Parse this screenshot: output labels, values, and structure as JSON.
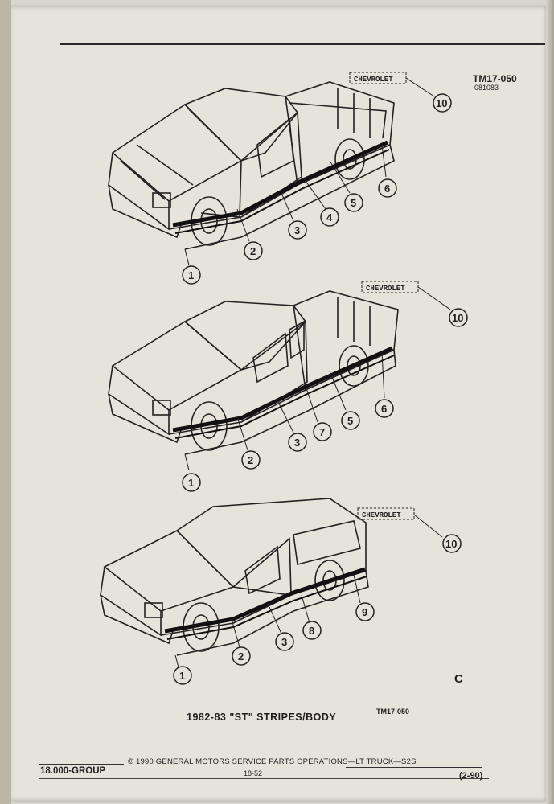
{
  "header": {
    "code": "TM17-050",
    "date_code": "081083"
  },
  "figures": [
    {
      "callouts": [
        "1",
        "2",
        "3",
        "4",
        "5",
        "6",
        "10"
      ],
      "emblem_text": "CHEVROLET"
    },
    {
      "callouts": [
        "1",
        "2",
        "3",
        "7",
        "5",
        "6",
        "10"
      ],
      "emblem_text": "CHEVROLET"
    },
    {
      "callouts": [
        "1",
        "2",
        "3",
        "8",
        "9",
        "10"
      ],
      "emblem_text": "CHEVROLET"
    }
  ],
  "footer": {
    "logo": "C",
    "caption": "1982-83 \"ST\" STRIPES/BODY",
    "figure_code": "TM17-050",
    "group": "18.000-GROUP",
    "copyright": "© 1990 GENERAL MOTORS SERVICE PARTS OPERATIONS—LT TRUCK—S2S",
    "page": "18-52",
    "revision": "(2-90)"
  }
}
